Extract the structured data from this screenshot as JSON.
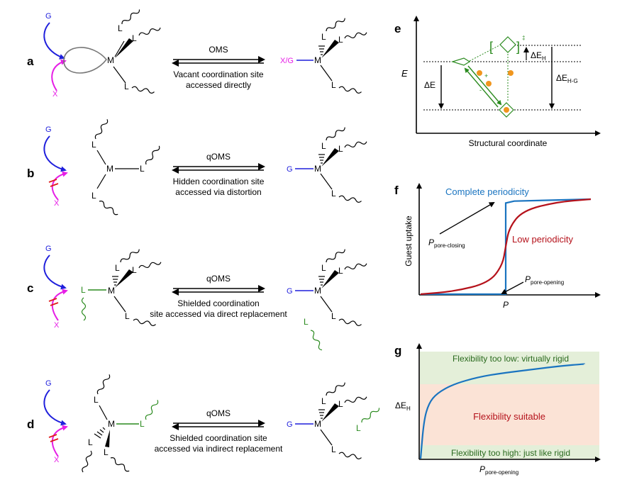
{
  "colors": {
    "guest_blue": "#1f1fdc",
    "competitor_magenta": "#e61ee6",
    "ligand_green": "#2a8a1e",
    "block_red": "#e01b1b",
    "complete_blue": "#1a74c0",
    "low_red": "#b5121b",
    "too_low_bg": "#e4efd9",
    "suitable_bg": "#fbe3d6",
    "too_high_bg": "#e4efd9",
    "orange": "#f0961e"
  },
  "atoms": {
    "M": "M",
    "L": "L",
    "G": "G",
    "X": "X",
    "XG": "X/G"
  },
  "panels": {
    "a": {
      "letter": "a",
      "mechanism": "OMS",
      "line1": "Vacant coordination site",
      "line2": "accessed directly"
    },
    "b": {
      "letter": "b",
      "mechanism": "qOMS",
      "line1": "Hidden coordination site",
      "line2": "accessed via distortion"
    },
    "c": {
      "letter": "c",
      "mechanism": "qOMS",
      "line1": "Shielded coordination",
      "line2": "site accessed via direct replacement"
    },
    "d": {
      "letter": "d",
      "mechanism": "qOMS",
      "line1": "Shielded coordination site",
      "line2": "accessed via indirect replacement"
    }
  },
  "panel_e": {
    "letter": "e",
    "y_axis_label": "E",
    "x_axis_label": "Structural coordinate",
    "delta_E": "ΔE",
    "delta_EH": "ΔE",
    "delta_EH_sub": "H",
    "delta_EHG": "ΔE",
    "delta_EHG_sub": "H-G",
    "ts_mark": "‡",
    "plus": "+",
    "minus": "-"
  },
  "panel_f": {
    "letter": "f",
    "ylabel": "Guest uptake",
    "xlabel": "P",
    "complete_label": "Complete periodicity",
    "low_label": "Low periodicity",
    "closing_label": "P",
    "closing_sub": "pore-closing",
    "opening_label": "P",
    "opening_sub": "pore-opening"
  },
  "panel_g": {
    "letter": "g",
    "ylabel": "ΔE",
    "ylabel_sub": "H",
    "xlabel": "P",
    "xlabel_sub": "pore-opening",
    "too_low": "Flexibility too low: virtually rigid",
    "suitable": "Flexibility suitable",
    "too_high": "Flexibility too high: just like rigid"
  },
  "chart_data": [
    {
      "type": "line",
      "panel": "f",
      "xlabel": "P",
      "ylabel": "Guest uptake",
      "series": [
        {
          "name": "Complete periodicity",
          "x": [
            0,
            0.5,
            0.5,
            0.55,
            1.0
          ],
          "y": [
            0,
            0,
            0.96,
            0.98,
            1.0
          ]
        },
        {
          "name": "Low periodicity",
          "x": [
            0,
            0.2,
            0.4,
            0.48,
            0.5,
            0.52,
            0.6,
            0.8,
            1.0
          ],
          "y": [
            0,
            0.03,
            0.12,
            0.3,
            0.5,
            0.7,
            0.88,
            0.97,
            1.0
          ]
        }
      ],
      "annotations": [
        "P pore-closing",
        "P pore-opening"
      ]
    },
    {
      "type": "line",
      "panel": "g",
      "xlabel": "P pore-opening",
      "ylabel": "ΔE H",
      "series": [
        {
          "name": "",
          "x": [
            0,
            0.02,
            0.05,
            0.1,
            0.2,
            0.35,
            0.5,
            0.7,
            0.85,
            1.0
          ],
          "y": [
            0,
            0.38,
            0.55,
            0.65,
            0.74,
            0.81,
            0.85,
            0.89,
            0.92,
            0.94
          ]
        }
      ],
      "regions": [
        "Flexibility too low: virtually rigid",
        "Flexibility suitable",
        "Flexibility too high: just like rigid"
      ]
    }
  ]
}
